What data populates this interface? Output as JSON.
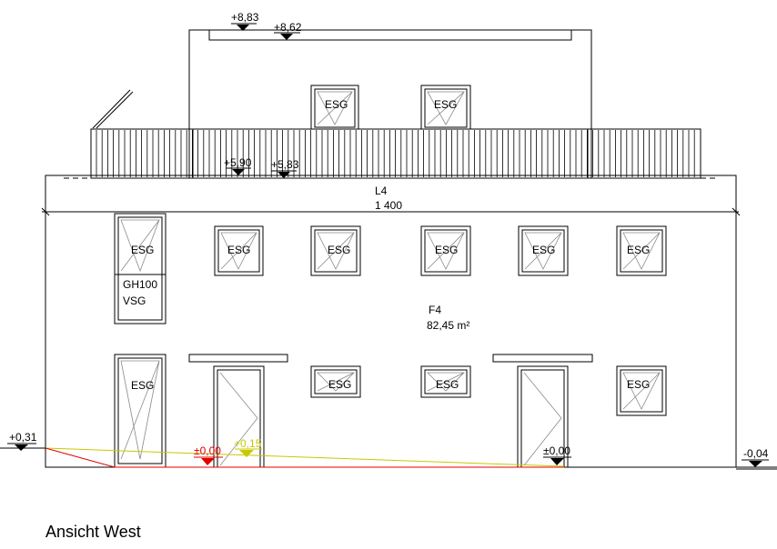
{
  "caption": "Ansicht West",
  "levels": {
    "top_left": "+8,83",
    "top_right": "+8,62",
    "eave_left": "+5,90",
    "eave_right": "+5,83",
    "ground_left": "+0,31",
    "floor_red": "±0,00",
    "floor_yellow": "+0,15",
    "floor_right": "±0,00",
    "ground_right": "-0,04"
  },
  "dimension": {
    "label": "L4",
    "value": "1 400"
  },
  "facade": {
    "label": "F4",
    "area": "82,45 m²"
  },
  "window_labels": {
    "esg": "ESG",
    "gh": "GH100",
    "vsg": "VSG"
  },
  "colors": {
    "line": "#000000",
    "ground_red": "#e00000",
    "terrain_yellow": "#c8c800",
    "hatch_gray": "#8a8a8a"
  }
}
